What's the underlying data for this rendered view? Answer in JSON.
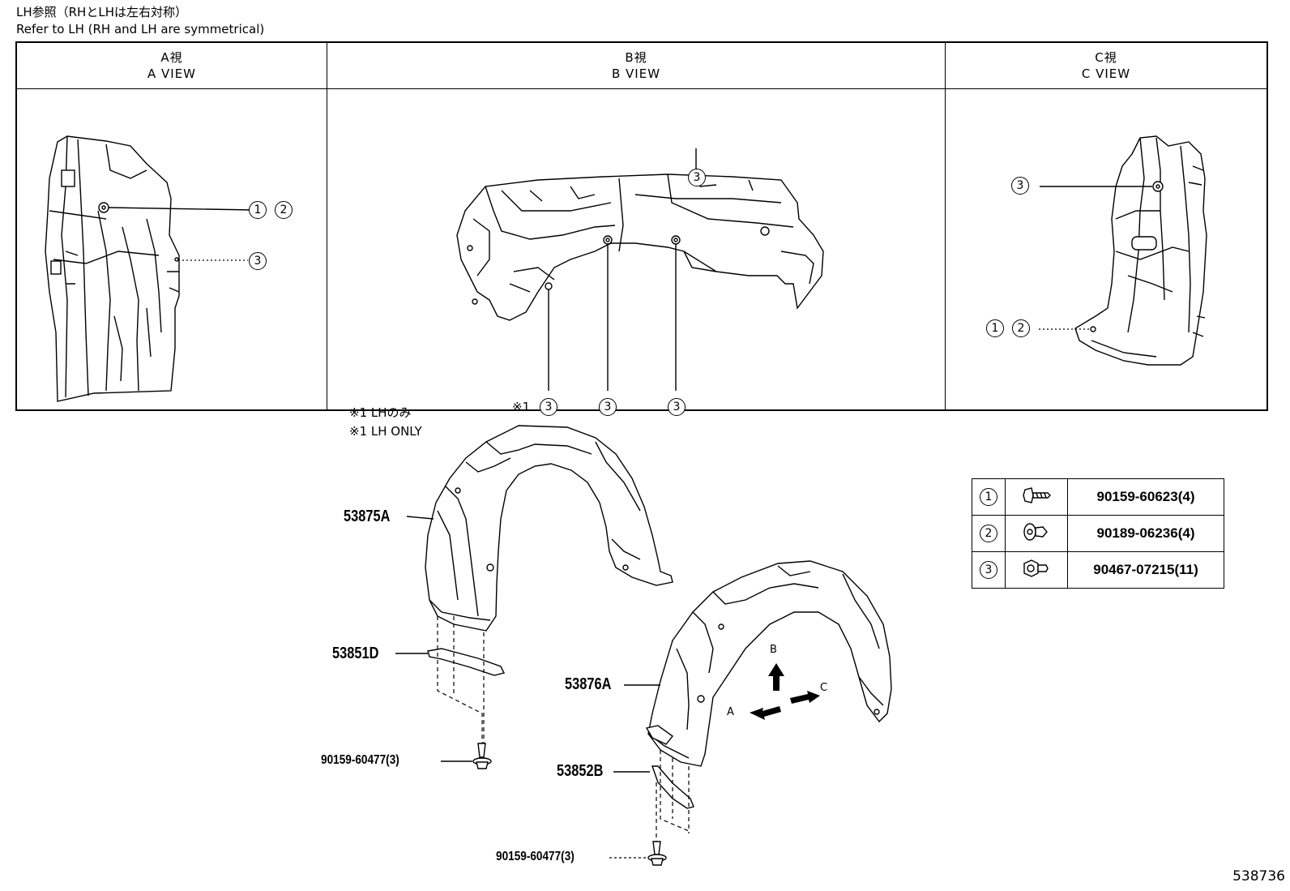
{
  "note": {
    "jp": "LH参照（RHとLHは左右対称）",
    "en": "Refer to LH (RH and LH are symmetrical)"
  },
  "views": [
    {
      "jp": "A視",
      "en": "A VIEW"
    },
    {
      "jp": "B視",
      "en": "B VIEW"
    },
    {
      "jp": "C視",
      "en": "C VIEW"
    }
  ],
  "markers": {
    "one": "1",
    "two": "2",
    "three": "3"
  },
  "b_view_note": {
    "prefix": "※1",
    "jp": "※1 LHのみ",
    "en": "※1 LH ONLY"
  },
  "parts": {
    "liner_lh": "53875A",
    "liner_rh": "53876A",
    "seal_lh": "53851D",
    "seal_rh": "53852B",
    "screw_lh": "90159-60477(3)",
    "screw_rh": "90159-60477(3)"
  },
  "arrows": {
    "a": "A",
    "b": "B",
    "c": "C"
  },
  "legend": [
    {
      "num": "1",
      "icon": "screw-icon",
      "part": "90159-60623(4)"
    },
    {
      "num": "2",
      "icon": "clip-icon",
      "part": "90189-06236(4)"
    },
    {
      "num": "3",
      "icon": "bolt-icon",
      "part": "90467-07215(11)"
    }
  ],
  "figure_id": "538736"
}
